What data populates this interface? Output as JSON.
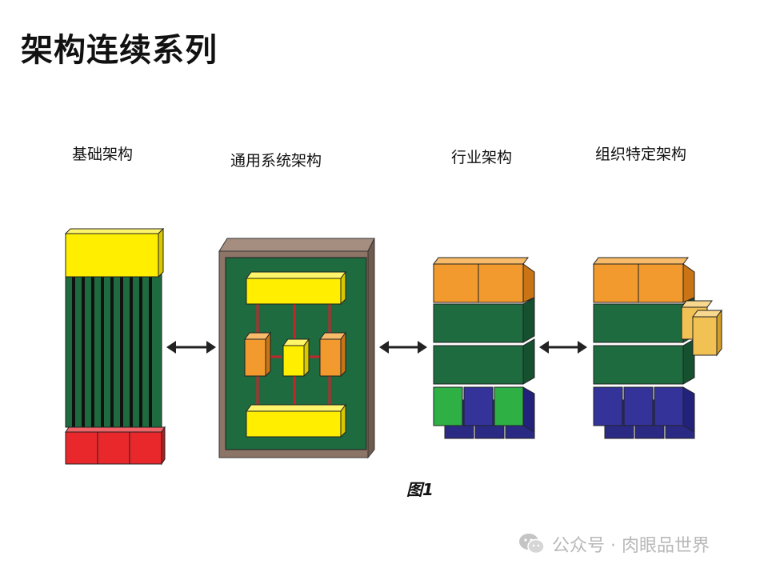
{
  "title": "架构连续系列",
  "labels": {
    "foundation": "基础架构",
    "common_systems": "通用系统架构",
    "industry": "行业架构",
    "organization": "组织特定架构"
  },
  "caption": "图1",
  "watermark": "公众号 · 肉眼品世界",
  "colors": {
    "yellow": "#ffee00",
    "green": "#1f6b40",
    "orange": "#f29a2e",
    "navy": "#33339a",
    "red": "#e8282b",
    "bright_green": "#2fb045",
    "frame_brown": "#8c7466",
    "connector_red": "#c0282e"
  },
  "icons": [
    "bidirectional-arrow-icon",
    "wechat-icon"
  ]
}
